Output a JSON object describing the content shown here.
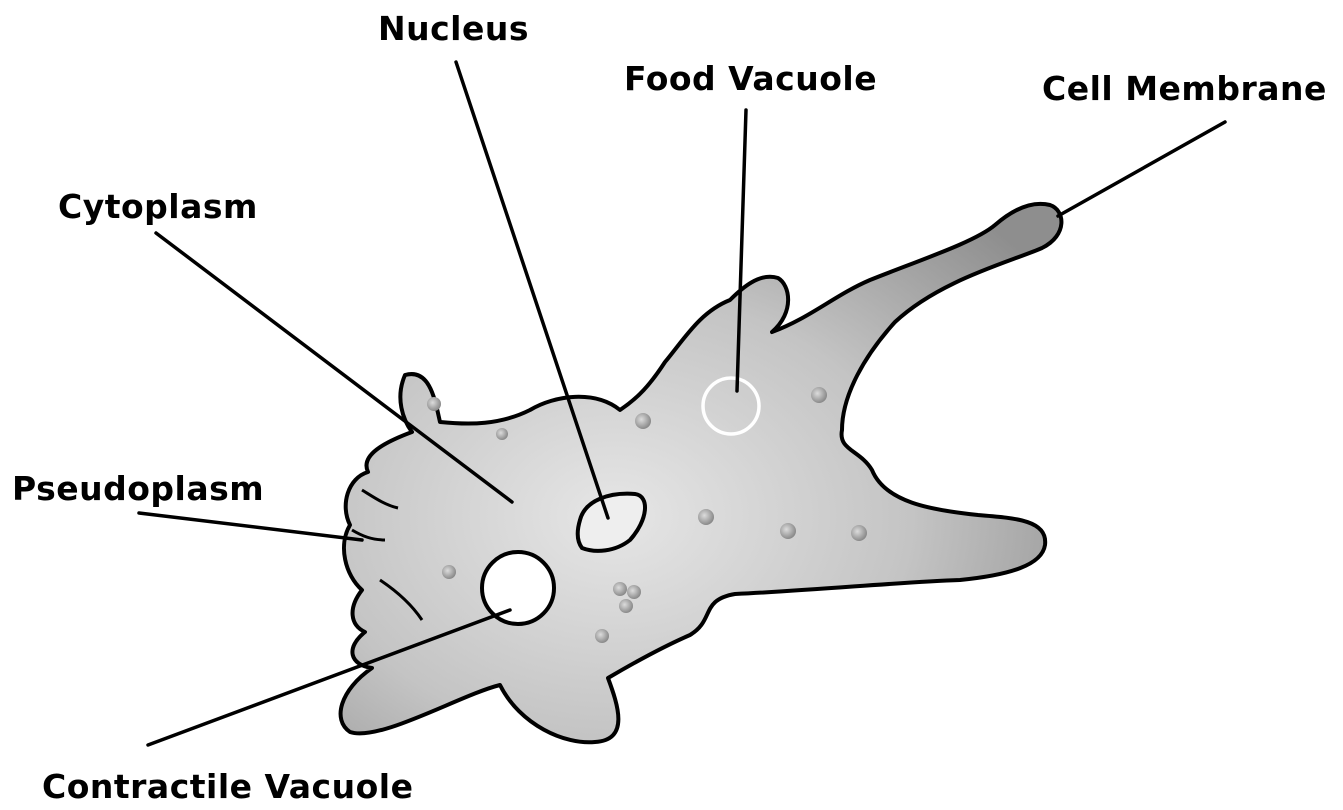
{
  "diagram": {
    "subject": "amoeba",
    "colors": {
      "cell_fill_light": "#e6e6e6",
      "cell_fill_mid": "#c4c4c4",
      "cell_fill_dark": "#8e8e8e",
      "outline": "#000000",
      "label_text": "#000000",
      "vacuole_fill": "#ffffff"
    },
    "labels": {
      "nucleus": "Nucleus",
      "food_vacuole": "Food Vacuole",
      "cell_membrane": "Cell Membrane",
      "cytoplasm": "Cytoplasm",
      "pseudoplasm": "Pseudoplasm",
      "contractile_vacuole": "Contractile Vacuole"
    }
  }
}
